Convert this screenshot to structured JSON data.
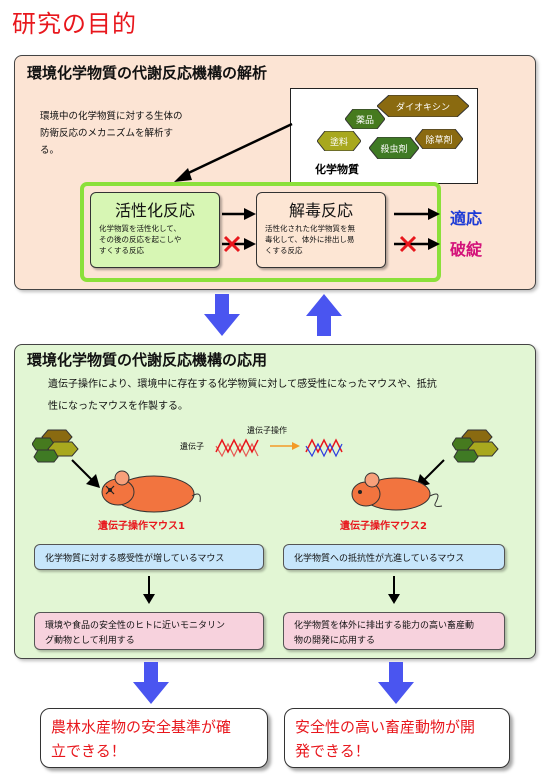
{
  "title": "研究の目的",
  "section1": {
    "title": "環境化学物質の代謝反応機構の解析",
    "desc_lines": [
      "環境中の化学物質に対する生体の",
      "防衛反応のメカニズムを解析す",
      "る。"
    ],
    "chemicals": {
      "label": "化学物質",
      "items": [
        "ダイオキシン",
        "薬品",
        "塗料",
        "殺虫剤",
        "除草剤"
      ]
    },
    "activation": {
      "title": "活性化反応",
      "text_lines": [
        "化学物質を活性化して、",
        "その後の反応を起こしや",
        "すくする反応"
      ]
    },
    "detox": {
      "title": "解毒反応",
      "text_lines": [
        "活性化された化学物質を無",
        "毒化して、体外に排出し易",
        "くする反応"
      ]
    },
    "outcomes": {
      "adapt": "適応",
      "failure": "破綻"
    }
  },
  "section2": {
    "title": "環境化学物質の代謝反応機構の応用",
    "desc_lines": [
      "遺伝子操作により、環境中に存在する化学物質に対して感受性になったマウスや、抵抗",
      "性になったマウスを作製する。"
    ],
    "gene_label": "遺伝子",
    "gene_op_label": "遺伝子操作",
    "mouse1": {
      "label": "遺伝子操作マウス1",
      "trait": "化学物質に対する感受性が増しているマウス",
      "use_lines": [
        "環境や食品の安全性のヒトに近いモニタリン",
        "グ動物として利用する"
      ]
    },
    "mouse2": {
      "label": "遺伝子操作マウス2",
      "trait": "化学物質への抵抗性が亢進しているマウス",
      "use_lines": [
        "化学物質を体外に排出する能力の高い畜産動",
        "物の開発に応用する"
      ]
    }
  },
  "conclusions": {
    "left_lines": [
      "農林水産物の安全基準が確",
      "立できる！"
    ],
    "right_lines": [
      "安全性の高い畜産動物が開",
      "発できる！"
    ]
  },
  "colors": {
    "title_red": "#e8171d",
    "panel1_bg": "#fce4d4",
    "panel2_bg": "#e2f6d4",
    "frame_green": "#8be03a",
    "arrow_blue": "#4a55f0",
    "adapt_blue": "#1c3ad6",
    "failure_magenta": "#d3127a"
  }
}
